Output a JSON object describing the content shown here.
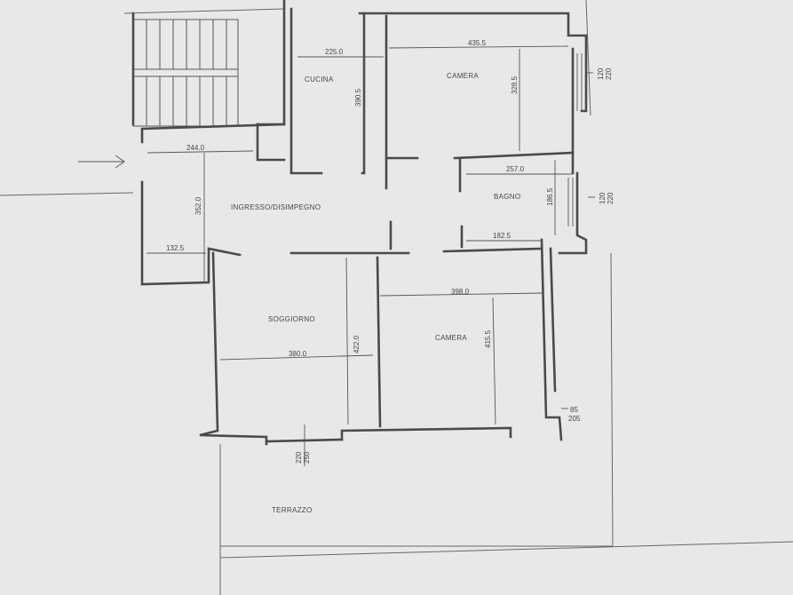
{
  "rooms": {
    "cucina": "CUCINA",
    "camera_top": "CAMERA",
    "camera_bottom": "CAMERA",
    "bagno": "BAGNO",
    "ingresso": "INGRESSO/DISIMPEGNO",
    "soggiorno": "SOGGIORNO",
    "terrazzo": "TERRAZZO"
  },
  "dimensions": {
    "cucina_width": "225.0",
    "cucina_depth": "390.5",
    "camera_top_width": "435.5",
    "camera_top_depth": "328.5",
    "window_top": "120",
    "window_top_h": "220",
    "ingresso_width": "244.0",
    "ingresso_depth": "352.0",
    "bagno_width": "257.0",
    "bagno_depth": "186.5",
    "window_bagno": "120",
    "window_bagno_h": "220",
    "bagno_bottom_width": "182.5",
    "side_width": "132.5",
    "camera_bottom_width": "398.0",
    "camera_bottom_depth": "415.5",
    "soggiorno_width": "380.0",
    "soggiorno_depth": "422.0",
    "door_right": "85",
    "door_right_h": "205",
    "door_bottom": "220",
    "door_bottom_h": "250"
  }
}
